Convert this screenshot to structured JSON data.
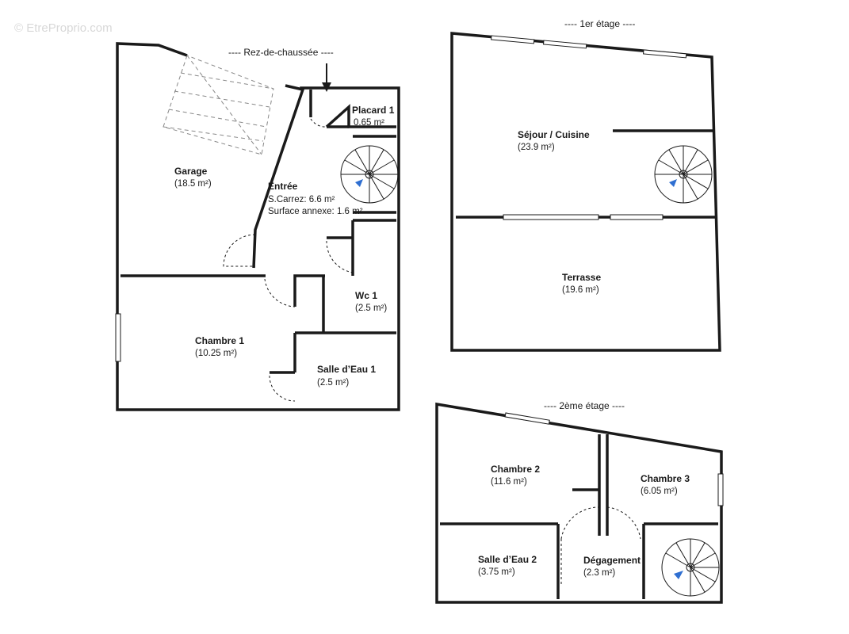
{
  "watermark": "© EtreProprio.com",
  "levels": {
    "ground": "----  Rez-de-chaussée  ----",
    "first": "----  1er étage  ----",
    "second": "----  2ème étage  ----"
  },
  "rooms": {
    "garage": {
      "name": "Garage",
      "area": "(18.5 m²)"
    },
    "entree": {
      "name": "Entrée",
      "carrez": "S.Carrez: 6.6 m²",
      "annexe": "Surface annexe: 1.6 m²"
    },
    "placard1": {
      "name": "Placard 1",
      "area": "0.65 m²"
    },
    "wc1": {
      "name": "Wc 1",
      "area": "(2.5 m²)"
    },
    "chambre1": {
      "name": "Chambre 1",
      "area": "(10.25 m²)"
    },
    "salleeau1": {
      "name": "Salle d’Eau 1",
      "area": "(2.5 m²)"
    },
    "sejour": {
      "name": "Séjour / Cuisine",
      "area": "(23.9 m²)"
    },
    "terrasse": {
      "name": "Terrasse",
      "area": "(19.6 m²)"
    },
    "chambre2": {
      "name": "Chambre 2",
      "area": "(11.6 m²)"
    },
    "chambre3": {
      "name": "Chambre 3",
      "area": "(6.05 m²)"
    },
    "salleeau2": {
      "name": "Salle d’Eau 2",
      "area": "(3.75 m²)"
    },
    "degagement": {
      "name": "Dégagement",
      "area": "(2.3 m²)"
    }
  },
  "colors": {
    "wall": "#1a1a1a",
    "stair_marker": "#2f6fd1"
  }
}
